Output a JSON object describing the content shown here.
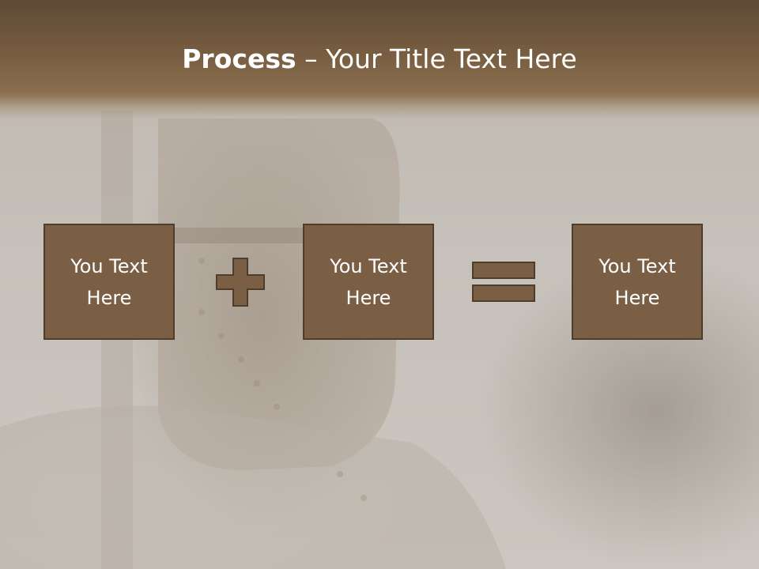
{
  "slide": {
    "title_bold": "Process",
    "title_rest": " – Your Title Text Here"
  },
  "boxes": [
    {
      "label": "You Text\nHere"
    },
    {
      "label": "You Text\nHere"
    },
    {
      "label": "You Text\nHere"
    }
  ],
  "operators": [
    "plus",
    "equals"
  ],
  "colors": {
    "header": "#7a5f42",
    "box_fill": "#7a5f45",
    "box_border": "#4f3d2c",
    "text": "#ffffff"
  },
  "background": "knight-in-helmet-photo"
}
